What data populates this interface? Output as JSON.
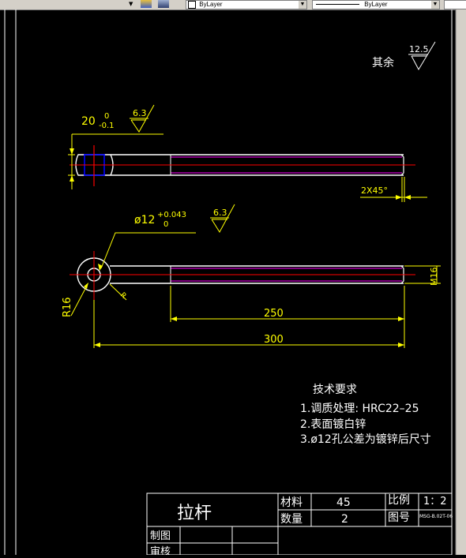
{
  "toolbar": {
    "linetype_value": "ByLayer",
    "lineweight_value": "ByLayer",
    "dropdown_arrow": "▼"
  },
  "drawing": {
    "surface_rest_label": "其余",
    "surface_rest_value": "12.5",
    "dim_width_main": "20",
    "dim_width_upper": "0",
    "dim_width_lower": "-0.1",
    "roughness_top": "6.3",
    "chamfer": "2X45°",
    "hole_dia_main": "ø12",
    "hole_tol_upper": "+0.043",
    "hole_tol_lower": "0",
    "roughness_hole": "6.3",
    "radius": "R16",
    "small_r": "R",
    "thread": "M16",
    "len_250": "250",
    "len_300": "300"
  },
  "notes": {
    "title": "技术要求",
    "item1": "1.调质处理: HRC22–25",
    "item2": "2.表面镀白锌",
    "item3": "3.ø12孔公差为镀锌后尺寸"
  },
  "title_block": {
    "part_name": "拉杆",
    "material_label": "材料",
    "material_value": "45",
    "qty_label": "数量",
    "qty_value": "2",
    "scale_label": "比例",
    "scale_value": "1：2",
    "dwg_no_label": "图号",
    "dwg_no_value": "MSG-B.02T-06",
    "drawn_label": "制图",
    "checked_label": "审核"
  },
  "colors": {
    "dim": "#ffff00",
    "outline": "#ffffff",
    "thread": "#ff00ff",
    "center": "#ff0000",
    "hole": "#0000ff"
  }
}
